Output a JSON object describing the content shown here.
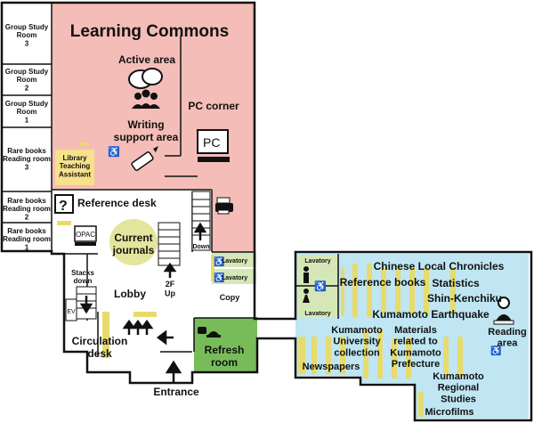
{
  "colors": {
    "learning_commons": "#f4bdb7",
    "reading_area": "#bfe6f2",
    "refresh_room": "#78bc5a",
    "lavatory": "#d6e7b7",
    "shelf": "#e7db6c",
    "circle_yellow": "#e2e59b",
    "lta_box": "#f7e18a",
    "walls": "#111111"
  },
  "rooms": {
    "group_study_3": "Group Study\nRoom\n3",
    "group_study_2": "Group Study\nRoom\n2",
    "group_study_1": "Group Study\nRoom\n1",
    "rare_books_3": "Rare books\nReading room\n3",
    "rare_books_2": "Rare books\nReading room\n2",
    "rare_books_1": "Rare books\nReading room\n1"
  },
  "labels": {
    "learning_commons": "Learning Commons",
    "active_area": "Active area",
    "writing_support": "Writing\nsupport area",
    "pc_corner": "PC corner",
    "pc_icon_text": "PC",
    "library_teaching_assistant": "Library\nTeaching\nAssistant",
    "reference_desk": "Reference desk",
    "opac": "OPAC",
    "current_journals": "Current\njournals",
    "down": "Down",
    "stacks_down": "Stacks\ndown",
    "ev": "EV",
    "lobby": "Lobby",
    "up_2f": "2F\nUp",
    "lavatory_1": "Lavatory",
    "lavatory_2": "Lavatory",
    "copy": "Copy",
    "circulation_desk": "Circulation\ndesk",
    "refresh_room": "Refresh\nroom",
    "entrance": "Entrance",
    "lavatory_3": "Lavatory",
    "lavatory_4": "Lavatory",
    "reference_books": "Reference books",
    "chinese_local_chronicles": "Chinese Local Chronicles",
    "statistics": "Statistics",
    "shin_kenchiku": "Shin-Kenchiku",
    "kumamoto_earthquake": "Kumamoto Earthquake",
    "kumamoto_university_collection": "Kumamoto\nUniversity\ncollection",
    "materials_kumamoto_prefecture": "Materials\nrelated to\nKumamoto\nPrefecture",
    "reading_area": "Reading\narea",
    "newspapers": "Newspapers",
    "kumamoto_regional_studies": "Kumamoto\nRegional\nStudies",
    "microfilms": "Microfilms"
  }
}
